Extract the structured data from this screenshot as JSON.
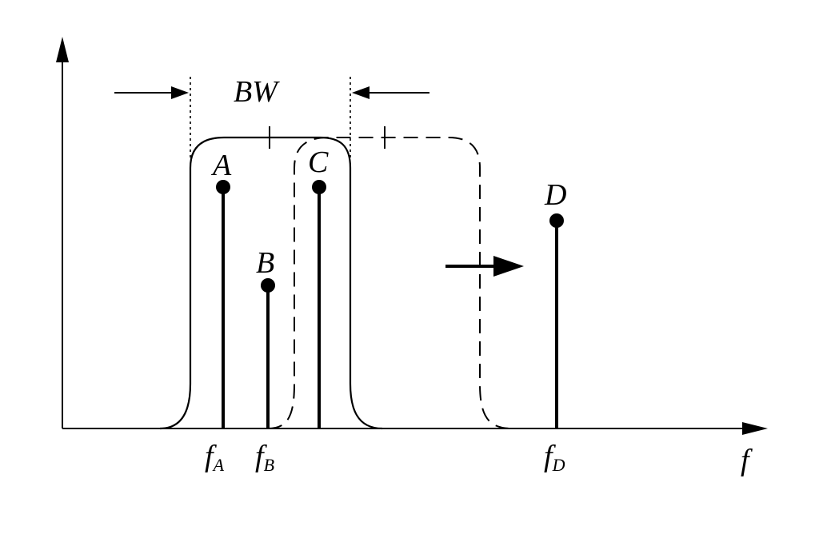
{
  "diagram": {
    "bandwidth_label": "BW",
    "axis_x_label": "f",
    "signals": [
      {
        "id": "A",
        "label": "A"
      },
      {
        "id": "B",
        "label": "B"
      },
      {
        "id": "C",
        "label": "C"
      },
      {
        "id": "D",
        "label": "D"
      }
    ],
    "freq_labels": [
      {
        "id": "fA",
        "base": "f",
        "sub": "A"
      },
      {
        "id": "fB",
        "base": "f",
        "sub": "B"
      },
      {
        "id": "fD",
        "base": "f",
        "sub": "D"
      }
    ],
    "colors": {
      "ink": "#000000",
      "background": "#ffffff"
    }
  }
}
